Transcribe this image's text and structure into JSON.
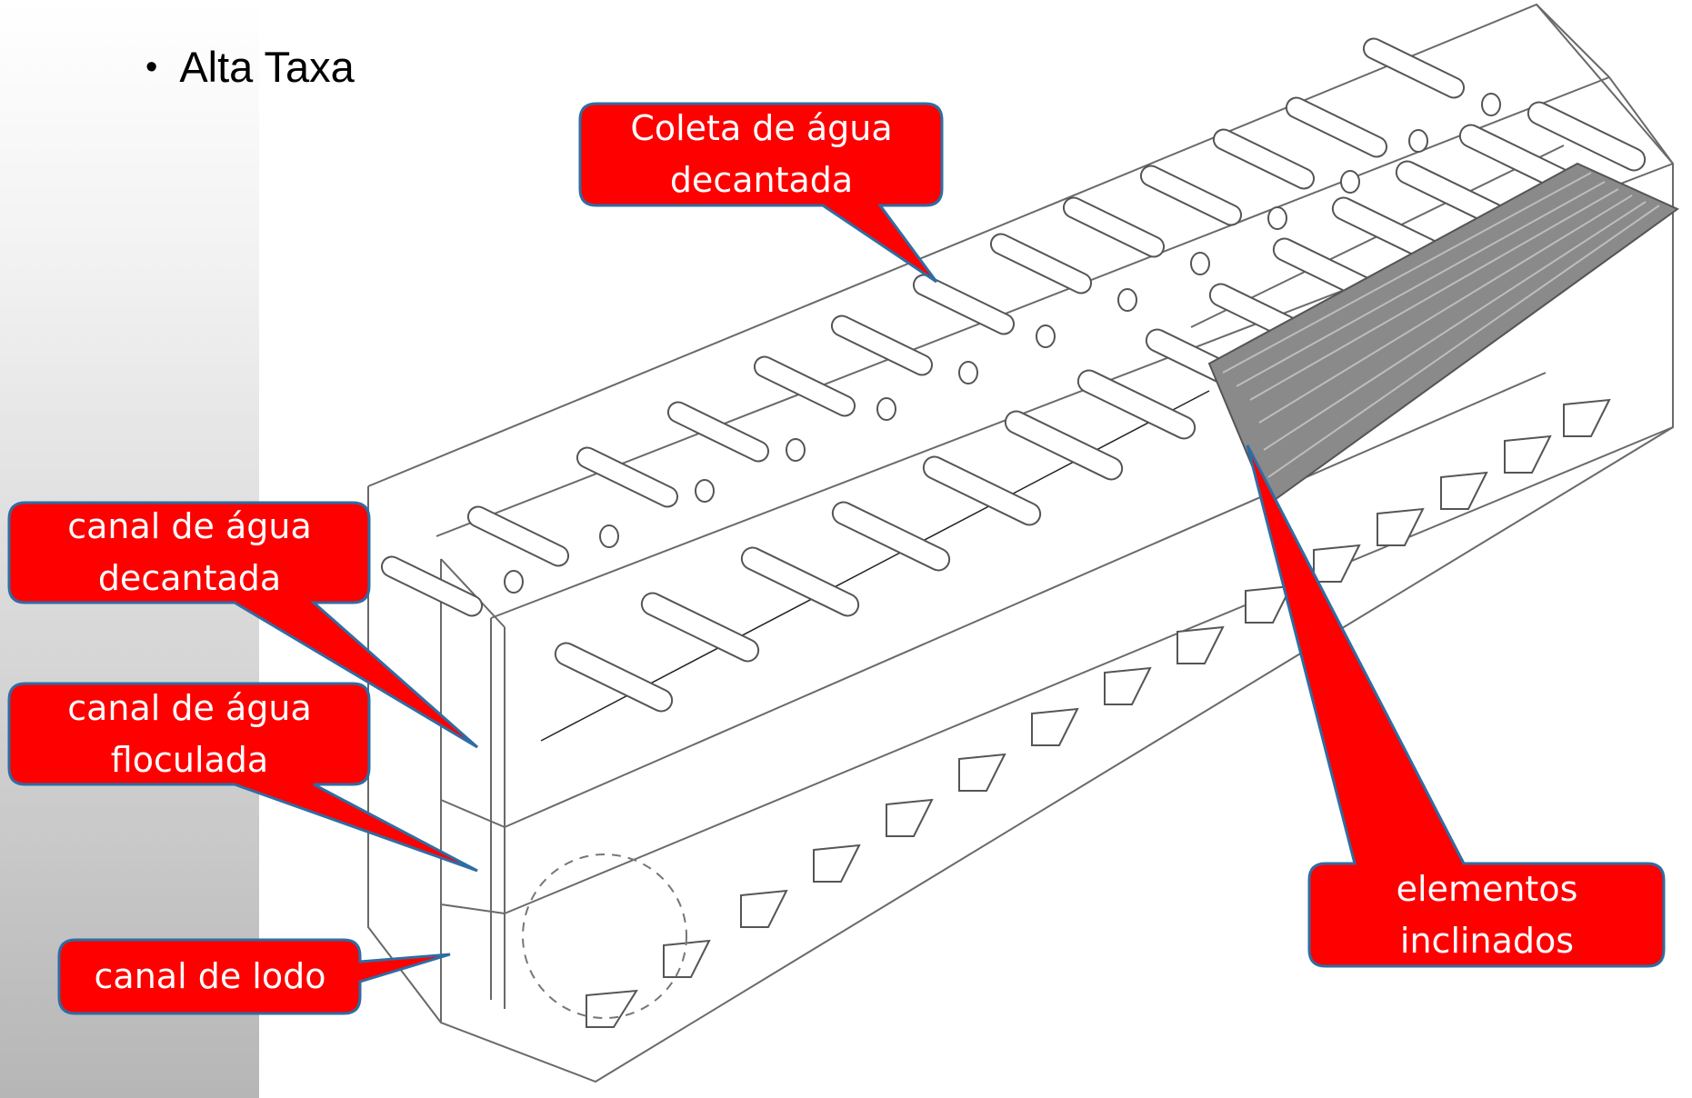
{
  "slide": {
    "bullet": "Alta Taxa"
  },
  "callouts": {
    "coleta": {
      "line1": "Coleta de água",
      "line2": "decantada"
    },
    "canal_decantada": {
      "line1": "canal de água",
      "line2": "decantada"
    },
    "canal_floculada": {
      "line1": "canal de água",
      "line2": "floculada"
    },
    "canal_lodo": {
      "line1": "canal de lodo"
    },
    "elementos": {
      "line1": "elementos",
      "line2": "inclinados"
    }
  },
  "colors": {
    "callout_fill": "#ff0000",
    "callout_border": "#2e6da4",
    "drawing_line": "#6a6a6a",
    "plates": "#7a7a7a"
  }
}
